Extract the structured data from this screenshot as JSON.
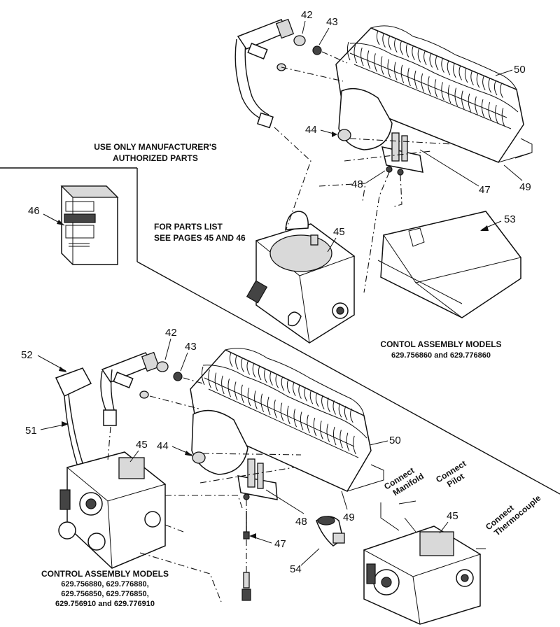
{
  "notice": {
    "line1": "USE ONLY MANUFACTURER'S",
    "line2": "AUTHORIZED PARTS"
  },
  "parts_list_note": {
    "line1": "FOR PARTS LIST",
    "line2": "SEE PAGES 45 AND 46"
  },
  "upper_caption": {
    "line1": "CONTOL ASSEMBLY MODELS",
    "line2": "629.756860 and 629.776860"
  },
  "lower_caption": {
    "line1": "CONTROL ASSEMBLY MODELS",
    "line2": "629.756880, 629.776880,",
    "line3": "629.756850, 629.776850,",
    "line4": "629.756910 and 629.776910"
  },
  "connections": {
    "manifold": [
      "Connect",
      "Manifold"
    ],
    "pilot": [
      "Connect",
      "Pilot"
    ],
    "thermocouple": [
      "Connect",
      "Thermocouple"
    ]
  },
  "callouts": {
    "upper_42": "42",
    "upper_43": "43",
    "upper_44": "44",
    "upper_45": "45",
    "upper_46": "46",
    "upper_47": "47",
    "upper_48": "48",
    "upper_49": "49",
    "upper_50": "50",
    "upper_53": "53",
    "lower_42": "42",
    "lower_43": "43",
    "lower_44": "44",
    "lower_45": "45",
    "lower_45b": "45",
    "lower_47": "47",
    "lower_48": "48",
    "lower_49": "49",
    "lower_50": "50",
    "lower_51": "51",
    "lower_52": "52",
    "lower_54": "54"
  }
}
